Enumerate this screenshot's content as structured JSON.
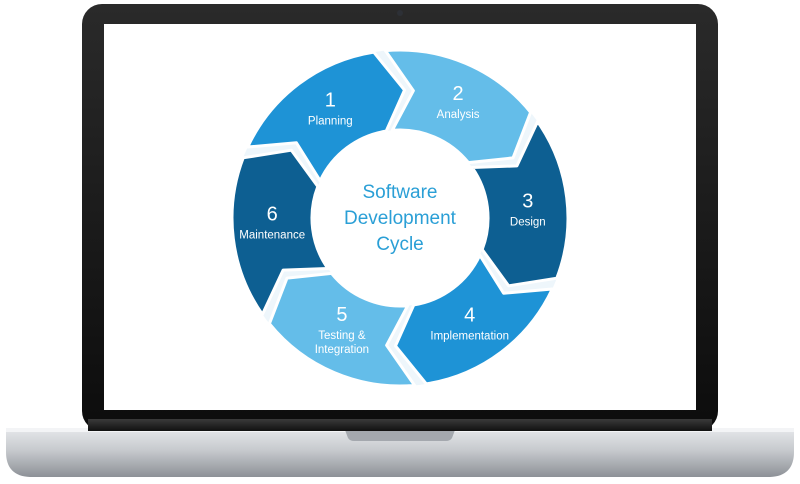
{
  "diagram": {
    "center_title": [
      "Software",
      "Development",
      "Cycle"
    ],
    "segments": [
      {
        "number": "1",
        "label": [
          "Planning"
        ],
        "color": "#1e93d6"
      },
      {
        "number": "2",
        "label": [
          "Analysis"
        ],
        "color": "#64bde9"
      },
      {
        "number": "3",
        "label": [
          "Design"
        ],
        "color": "#0d5f92"
      },
      {
        "number": "4",
        "label": [
          "Implementation"
        ],
        "color": "#1e93d6"
      },
      {
        "number": "5",
        "label": [
          "Testing &",
          "Integration"
        ],
        "color": "#64bde9"
      },
      {
        "number": "6",
        "label": [
          "Maintenance"
        ],
        "color": "#0d5f92"
      }
    ]
  },
  "device": {
    "bezel_color": "#151515",
    "body_color": "#c9ccd0",
    "screen_color": "#ffffff"
  }
}
